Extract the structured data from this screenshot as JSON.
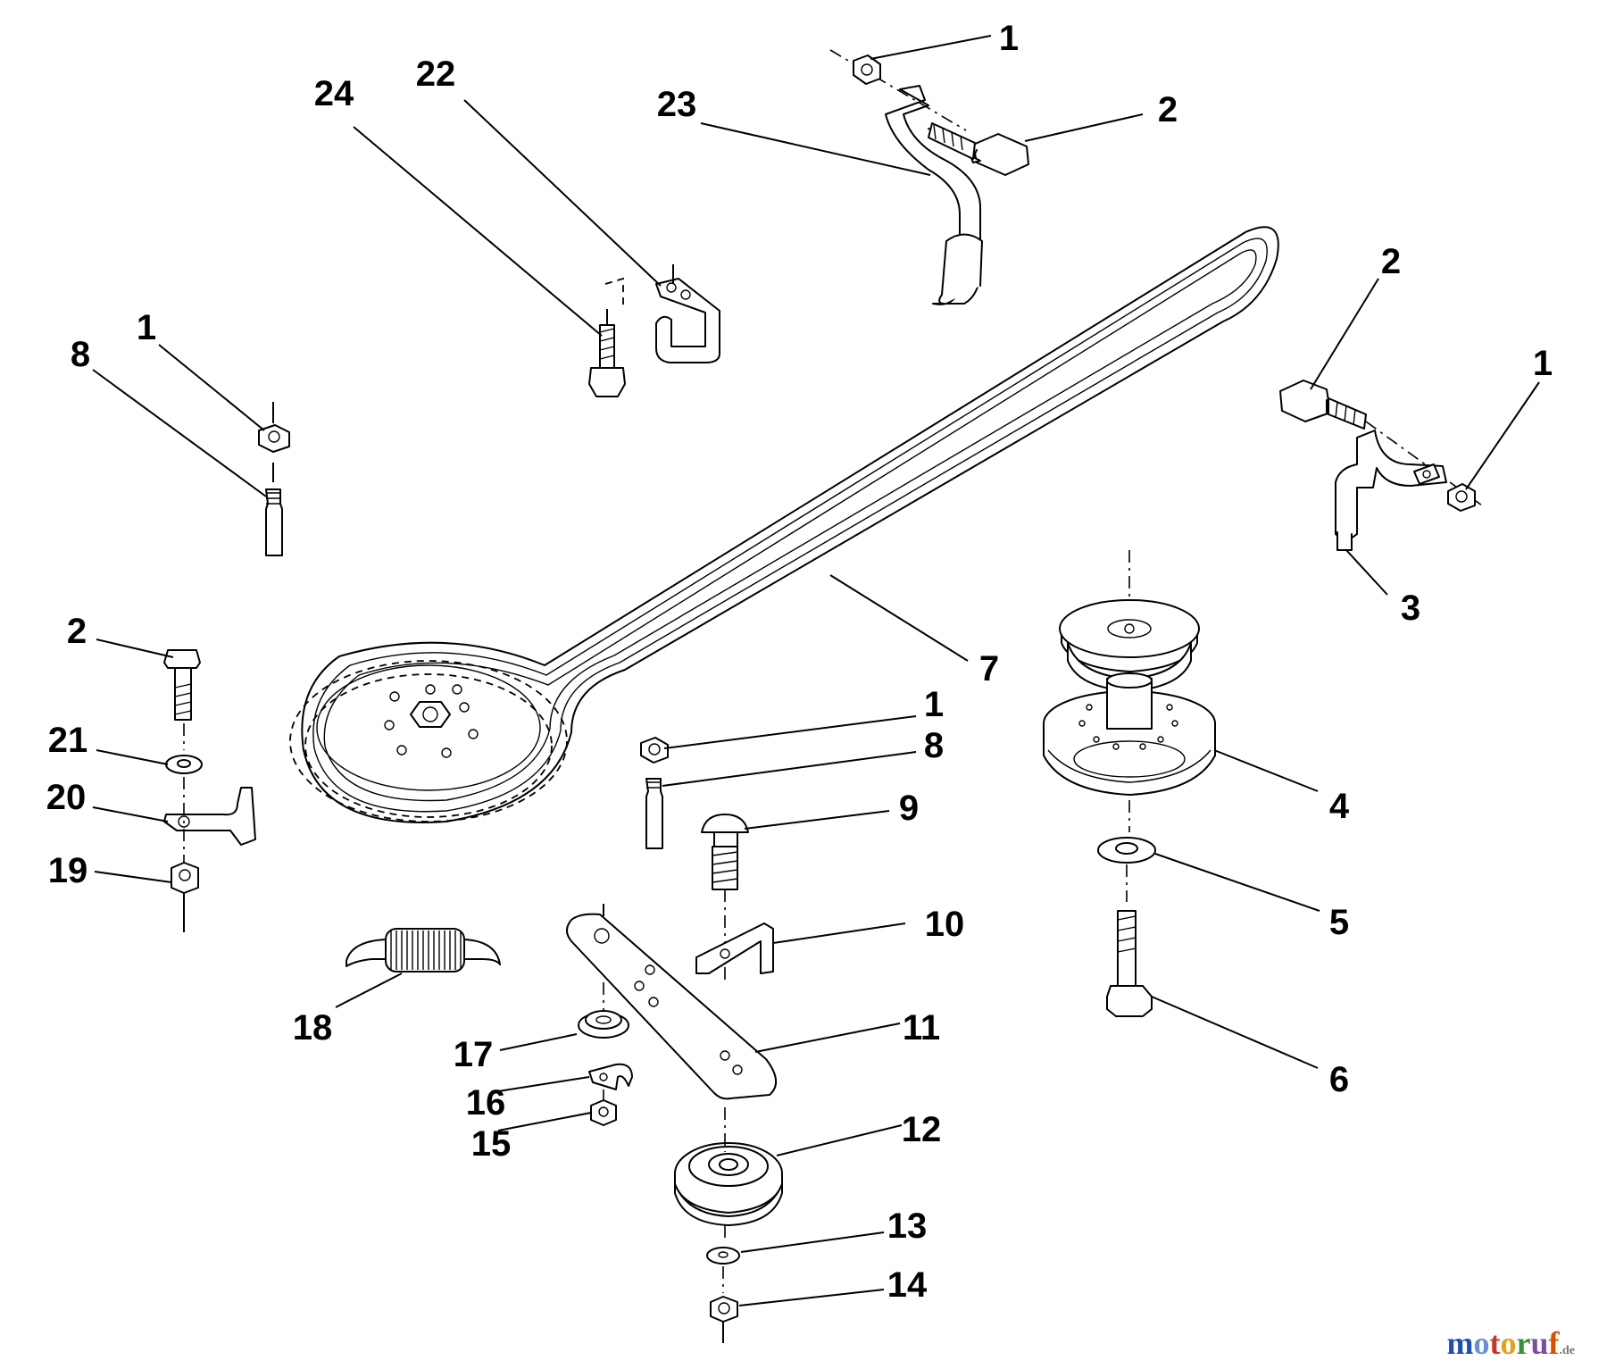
{
  "watermark": {
    "letters": [
      {
        "ch": "m",
        "color": "#1f4fa8"
      },
      {
        "ch": "o",
        "color": "#6b8fce"
      },
      {
        "ch": "t",
        "color": "#c0392b"
      },
      {
        "ch": "o",
        "color": "#e6a117"
      },
      {
        "ch": "r",
        "color": "#3e8e41"
      },
      {
        "ch": "u",
        "color": "#7b4fa0"
      },
      {
        "ch": "f",
        "color": "#d35400"
      }
    ],
    "tld": ".de"
  },
  "callouts": [
    {
      "id": "c1a",
      "text": "1"
    },
    {
      "id": "c2a",
      "text": "2"
    },
    {
      "id": "c23",
      "text": "23"
    },
    {
      "id": "c22",
      "text": "22"
    },
    {
      "id": "c24",
      "text": "24"
    },
    {
      "id": "c2b",
      "text": "2"
    },
    {
      "id": "c1b",
      "text": "1"
    },
    {
      "id": "c3",
      "text": "3"
    },
    {
      "id": "c1c",
      "text": "1"
    },
    {
      "id": "c8a",
      "text": "8"
    },
    {
      "id": "c7",
      "text": "7"
    },
    {
      "id": "c2c",
      "text": "2"
    },
    {
      "id": "c21",
      "text": "21"
    },
    {
      "id": "c20",
      "text": "20"
    },
    {
      "id": "c19",
      "text": "19"
    },
    {
      "id": "c1d",
      "text": "1"
    },
    {
      "id": "c8b",
      "text": "8"
    },
    {
      "id": "c9",
      "text": "9"
    },
    {
      "id": "c4",
      "text": "4"
    },
    {
      "id": "c5",
      "text": "5"
    },
    {
      "id": "c6",
      "text": "6"
    },
    {
      "id": "c10",
      "text": "10"
    },
    {
      "id": "c11",
      "text": "11"
    },
    {
      "id": "c18",
      "text": "18"
    },
    {
      "id": "c17",
      "text": "17"
    },
    {
      "id": "c16",
      "text": "16"
    },
    {
      "id": "c15",
      "text": "15"
    },
    {
      "id": "c12",
      "text": "12"
    },
    {
      "id": "c13",
      "text": "13"
    },
    {
      "id": "c14",
      "text": "14"
    }
  ]
}
